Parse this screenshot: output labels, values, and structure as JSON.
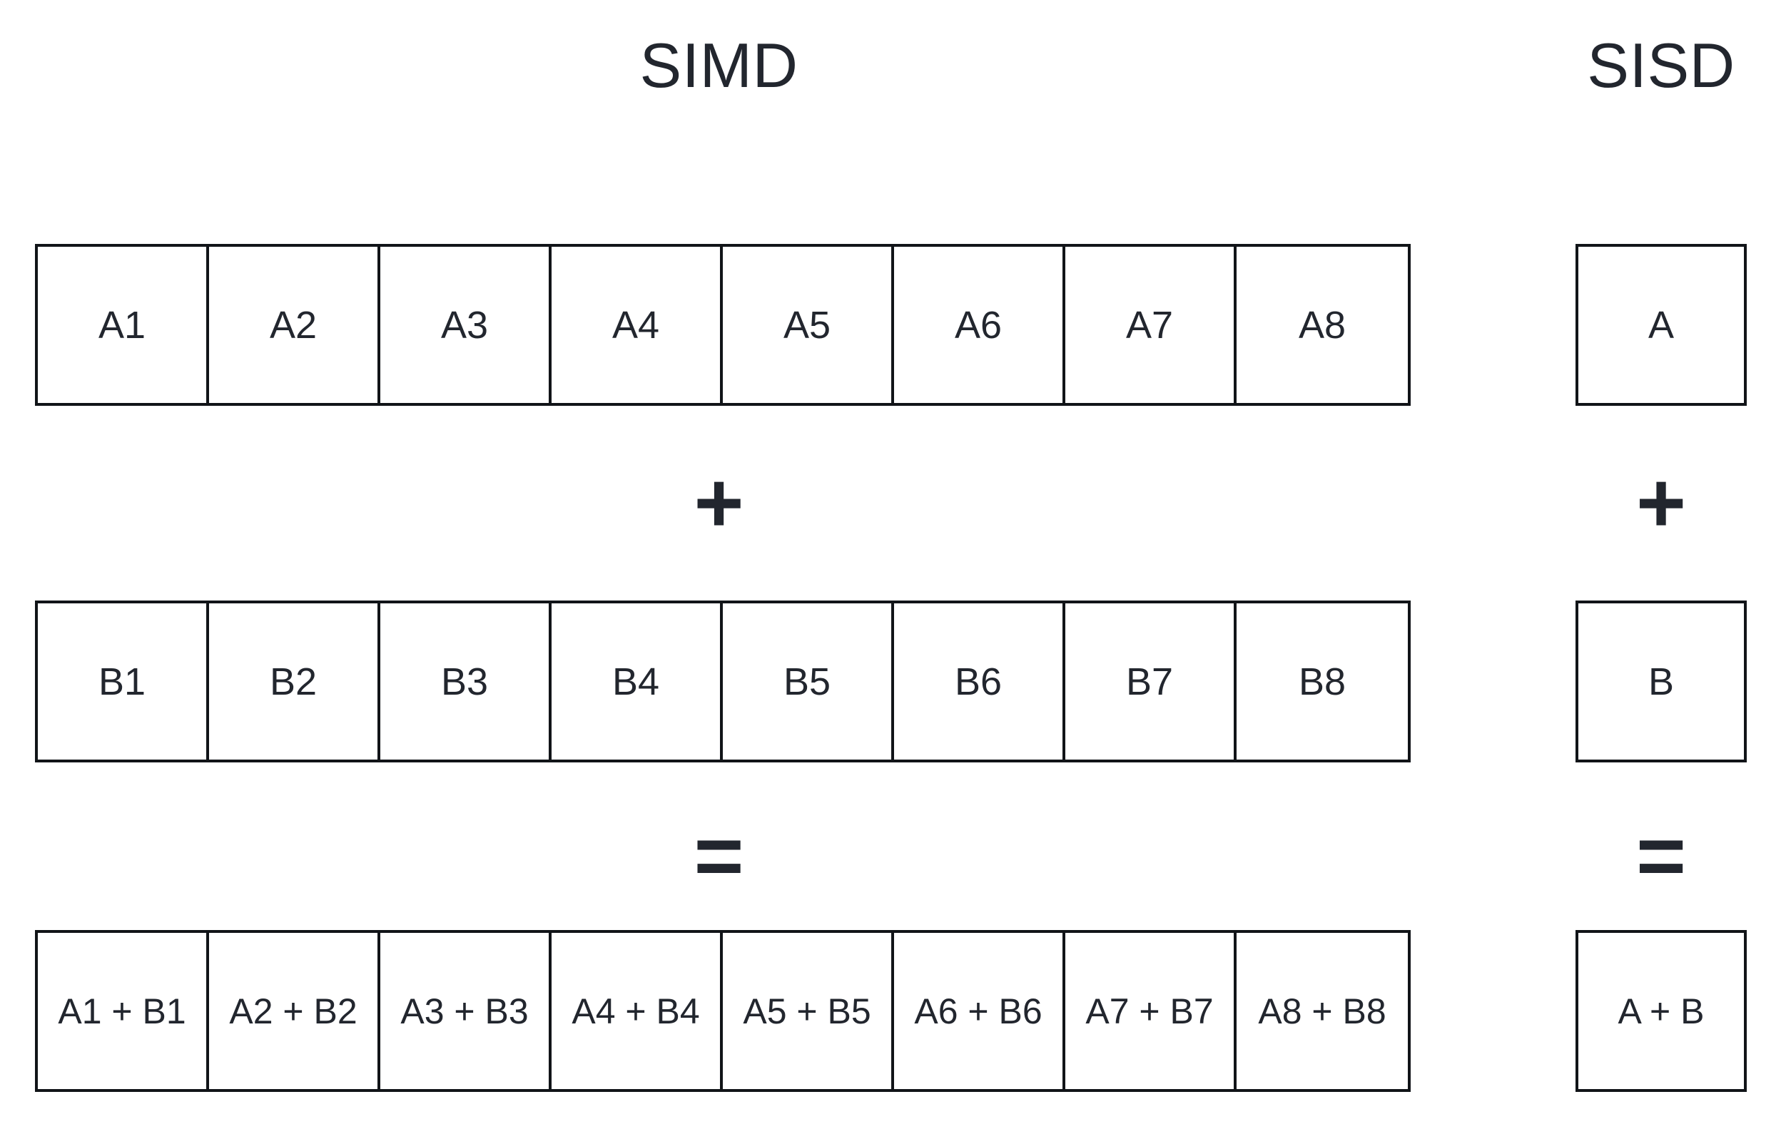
{
  "diagram": {
    "title_simd": "SIMD",
    "title_sisd": "SISD",
    "stroke_color": "#111418",
    "text_color": "#22262e",
    "background_color": "#ffffff"
  },
  "simd": {
    "operand_a": {
      "cells": [
        {
          "label": "A1"
        },
        {
          "label": "A2"
        },
        {
          "label": "A3"
        },
        {
          "label": "A4"
        },
        {
          "label": "A5"
        },
        {
          "label": "A6"
        },
        {
          "label": "A7"
        },
        {
          "label": "A8"
        }
      ]
    },
    "operand_b": {
      "cells": [
        {
          "label": "B1"
        },
        {
          "label": "B2"
        },
        {
          "label": "B3"
        },
        {
          "label": "B4"
        },
        {
          "label": "B5"
        },
        {
          "label": "B6"
        },
        {
          "label": "B7"
        },
        {
          "label": "B8"
        }
      ]
    },
    "result": {
      "cells": [
        {
          "label": "A1 + B1"
        },
        {
          "label": "A2 + B2"
        },
        {
          "label": "A3 + B3"
        },
        {
          "label": "A4 + B4"
        },
        {
          "label": "A5 + B5"
        },
        {
          "label": "A6 + B6"
        },
        {
          "label": "A7 + B7"
        },
        {
          "label": "A8 + B8"
        }
      ]
    },
    "operator_add": "+",
    "operator_equals": "="
  },
  "sisd": {
    "operand_a": "A",
    "operand_b": "B",
    "result": "A + B",
    "operator_add": "+",
    "operator_equals": "="
  }
}
